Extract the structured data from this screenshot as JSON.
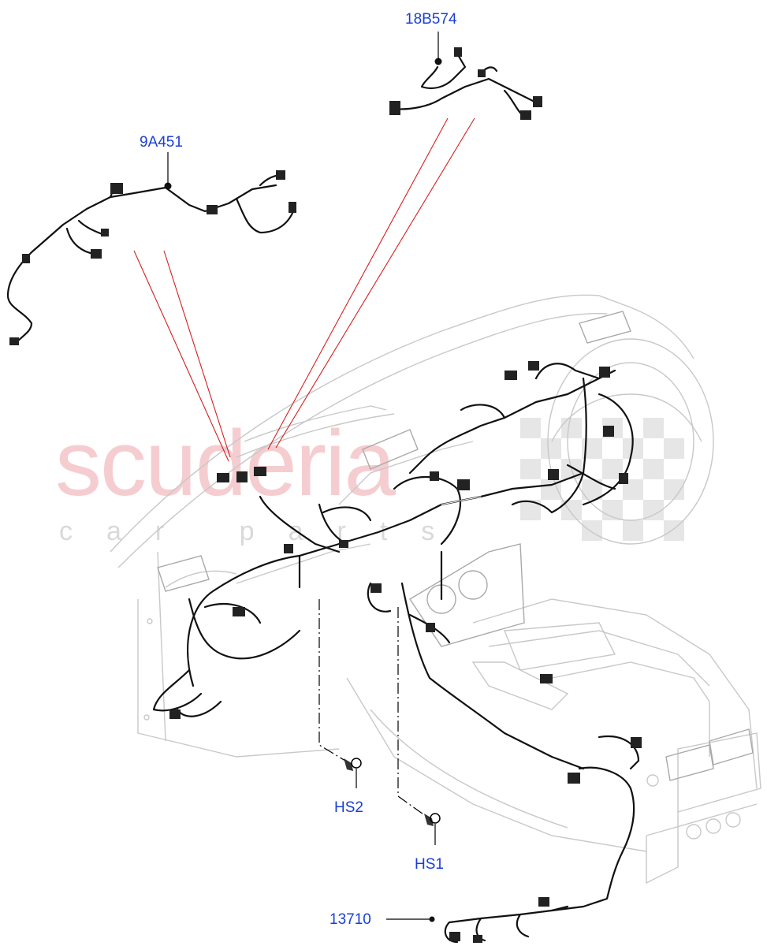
{
  "watermark": {
    "main": "scuderia",
    "sub": "car parts"
  },
  "parts": {
    "p18B574": "18B574",
    "p9A451": "9A451",
    "pHS2": "HS2",
    "pHS1": "HS1",
    "p13710": "13710"
  },
  "colors": {
    "label": "#1a3fd6",
    "callout": "#d42020",
    "outline": "#c8c8c8",
    "harness": "#111111"
  }
}
